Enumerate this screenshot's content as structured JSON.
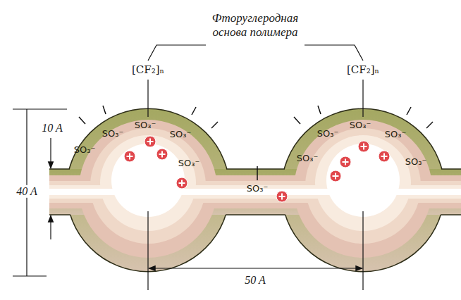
{
  "diagram": {
    "labels": [
      "Фторуглеродная основа полимера",
      "[CF₂]ₙ",
      "[CF₂]ₙ",
      "10 A",
      "40 A",
      "SO₃⁻",
      "SO₃⁻",
      "SO₃⁻",
      "SO₃⁻",
      "SO₃⁻",
      "SO₃⁻",
      "SO₃⁻",
      "SO₃⁻",
      "SO₃⁻",
      "SO₃⁻",
      "SO₃⁻",
      "50 A"
    ]
  }
}
